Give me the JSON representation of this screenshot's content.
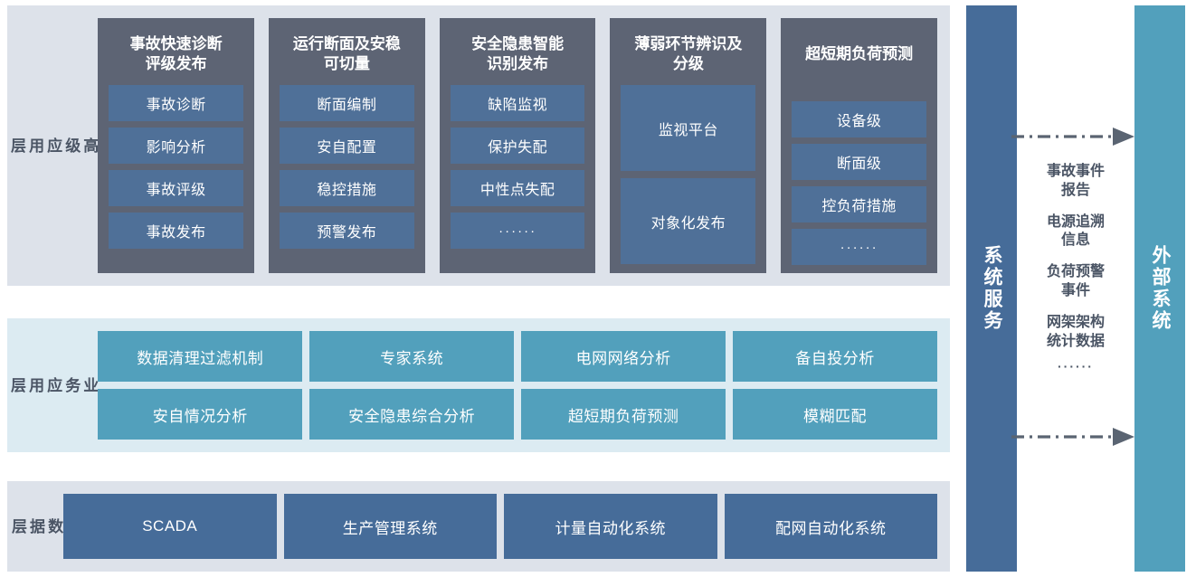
{
  "layers": [
    {
      "id": "advanced",
      "label": "高\n级\n应\n用\n层",
      "columns": [
        {
          "title": "事故快速诊断\n评级发布",
          "items": [
            "事故诊断",
            "影响分析",
            "事故评级",
            "事故发布"
          ]
        },
        {
          "title": "运行断面及安稳\n可切量",
          "items": [
            "断面编制",
            "安自配置",
            "稳控措施",
            "预警发布"
          ]
        },
        {
          "title": "安全隐患智能\n识别发布",
          "items": [
            "缺陷监视",
            "保护失配",
            "中性点失配",
            "······"
          ]
        },
        {
          "title": "薄弱环节辨识及\n分级",
          "items": [
            "监视平台",
            "对象化发布"
          ]
        },
        {
          "title": "超短期负荷预测",
          "items": [
            "设备级",
            "断面级",
            "控负荷措施",
            "······"
          ]
        }
      ]
    },
    {
      "id": "business",
      "label": "业\n务\n应\n用\n层",
      "boxes": [
        "数据清理过滤机制",
        "专家系统",
        "电网网络分析",
        "备自投分析",
        "安自情况分析",
        "安全隐患综合分析",
        "超短期负荷预测",
        "模糊匹配"
      ]
    },
    {
      "id": "data",
      "label": "数\n据\n层",
      "boxes": [
        "SCADA",
        "生产管理系统",
        "计量自动化系统",
        "配网自动化系统"
      ]
    }
  ],
  "side": {
    "system_service": "系统服务",
    "external_system": "外部系统",
    "flow_labels": [
      "事故事件\n报告",
      "电源追溯\n信息",
      "负荷预警\n事件",
      "网架架构\n统计数据",
      "······"
    ]
  },
  "colors": {
    "panel_gray": "#dde2ea",
    "panel_blue": "#dcebf2",
    "col_card": "#5d6474",
    "item_blue": "#4f7098",
    "biz_teal": "#52a0bc",
    "data_blue": "#466c99",
    "text_dark": "#4b5565",
    "arrow": "#5a6472"
  }
}
